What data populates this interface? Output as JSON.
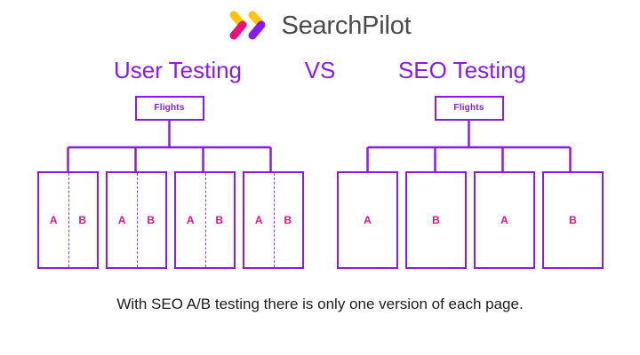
{
  "brand": {
    "name": "SearchPilot",
    "mark_icon": "double-chevron-icon",
    "colors": {
      "chevron_top": "#FFC20E",
      "chevron_bottom_first": "#E8117F",
      "chevron_bottom_second": "#8A1BF0",
      "wordmark": "#4B4B4B"
    }
  },
  "headings": {
    "left": "User Testing",
    "middle": "VS",
    "right": "SEO Testing",
    "color": "#8A1BF0"
  },
  "diagrams": {
    "left": {
      "root_label": "Flights",
      "pages": [
        {
          "variants": [
            "A",
            "B"
          ],
          "split": true
        },
        {
          "variants": [
            "A",
            "B"
          ],
          "split": true
        },
        {
          "variants": [
            "A",
            "B"
          ],
          "split": true
        },
        {
          "variants": [
            "A",
            "B"
          ],
          "split": true
        }
      ]
    },
    "right": {
      "root_label": "Flights",
      "pages": [
        {
          "variants": [
            "A"
          ],
          "split": false
        },
        {
          "variants": [
            "B"
          ],
          "split": false
        },
        {
          "variants": [
            "A"
          ],
          "split": false
        },
        {
          "variants": [
            "B"
          ],
          "split": false
        }
      ]
    },
    "colors": {
      "line": "#8A1BF0",
      "variant_text": "#E8117F",
      "divider": "#9B3CF0"
    }
  },
  "caption": "With SEO A/B testing there is only one version of each page."
}
